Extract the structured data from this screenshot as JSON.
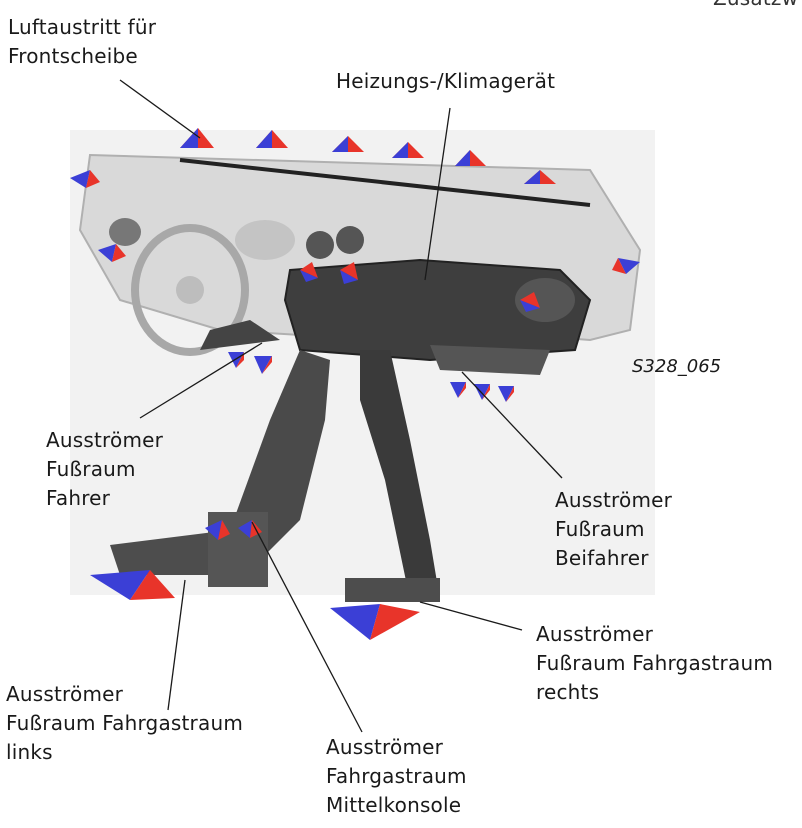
{
  "labels": {
    "frontscheibe": [
      "Luftaustritt für",
      "Frontscheibe"
    ],
    "heizgeraet": [
      "Heizungs-/Klimagerät"
    ],
    "fahrer": [
      "Ausströmer",
      "Fußraum",
      "Fahrer"
    ],
    "beifahrer": [
      "Ausströmer",
      "Fußraum",
      "Beifahrer"
    ],
    "fahrgast_rechts": [
      "Ausströmer",
      "Fußraum Fahrgastraum",
      "rechts"
    ],
    "fahrgast_links": [
      "Ausströmer",
      "Fußraum Fahrgastraum",
      "links"
    ],
    "mittelkonsole": [
      "Ausströmer",
      "Fahrgastraum",
      "Mittelkonsole"
    ],
    "zusatz_partial": "Zusatzw"
  },
  "figure_ref": "S328_065",
  "colors": {
    "arrow_red": "#e8342a",
    "arrow_blue": "#3b3fd6",
    "duct": "#4a4a4a",
    "dash": "#d4d4d4"
  }
}
